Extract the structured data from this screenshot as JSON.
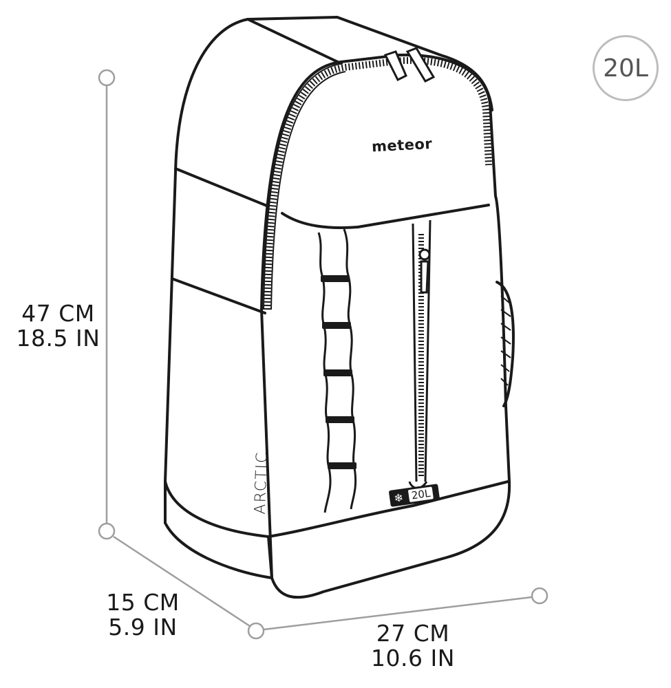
{
  "badge": {
    "capacity": "20L"
  },
  "product": {
    "brand": "meteor",
    "model_side": "ARCTIC",
    "tag_icon": "snowflake-icon",
    "tag_capacity": "20L"
  },
  "dimensions": {
    "height_cm": "47 CM",
    "height_in": "18.5 IN",
    "depth_cm": "15 CM",
    "depth_in": "5.9 IN",
    "width_cm": "27 CM",
    "width_in": "10.6 IN"
  },
  "colors": {
    "line": "#1a1a1a",
    "guide": "#9e9e9e",
    "badge_border": "#bdbdbd"
  }
}
